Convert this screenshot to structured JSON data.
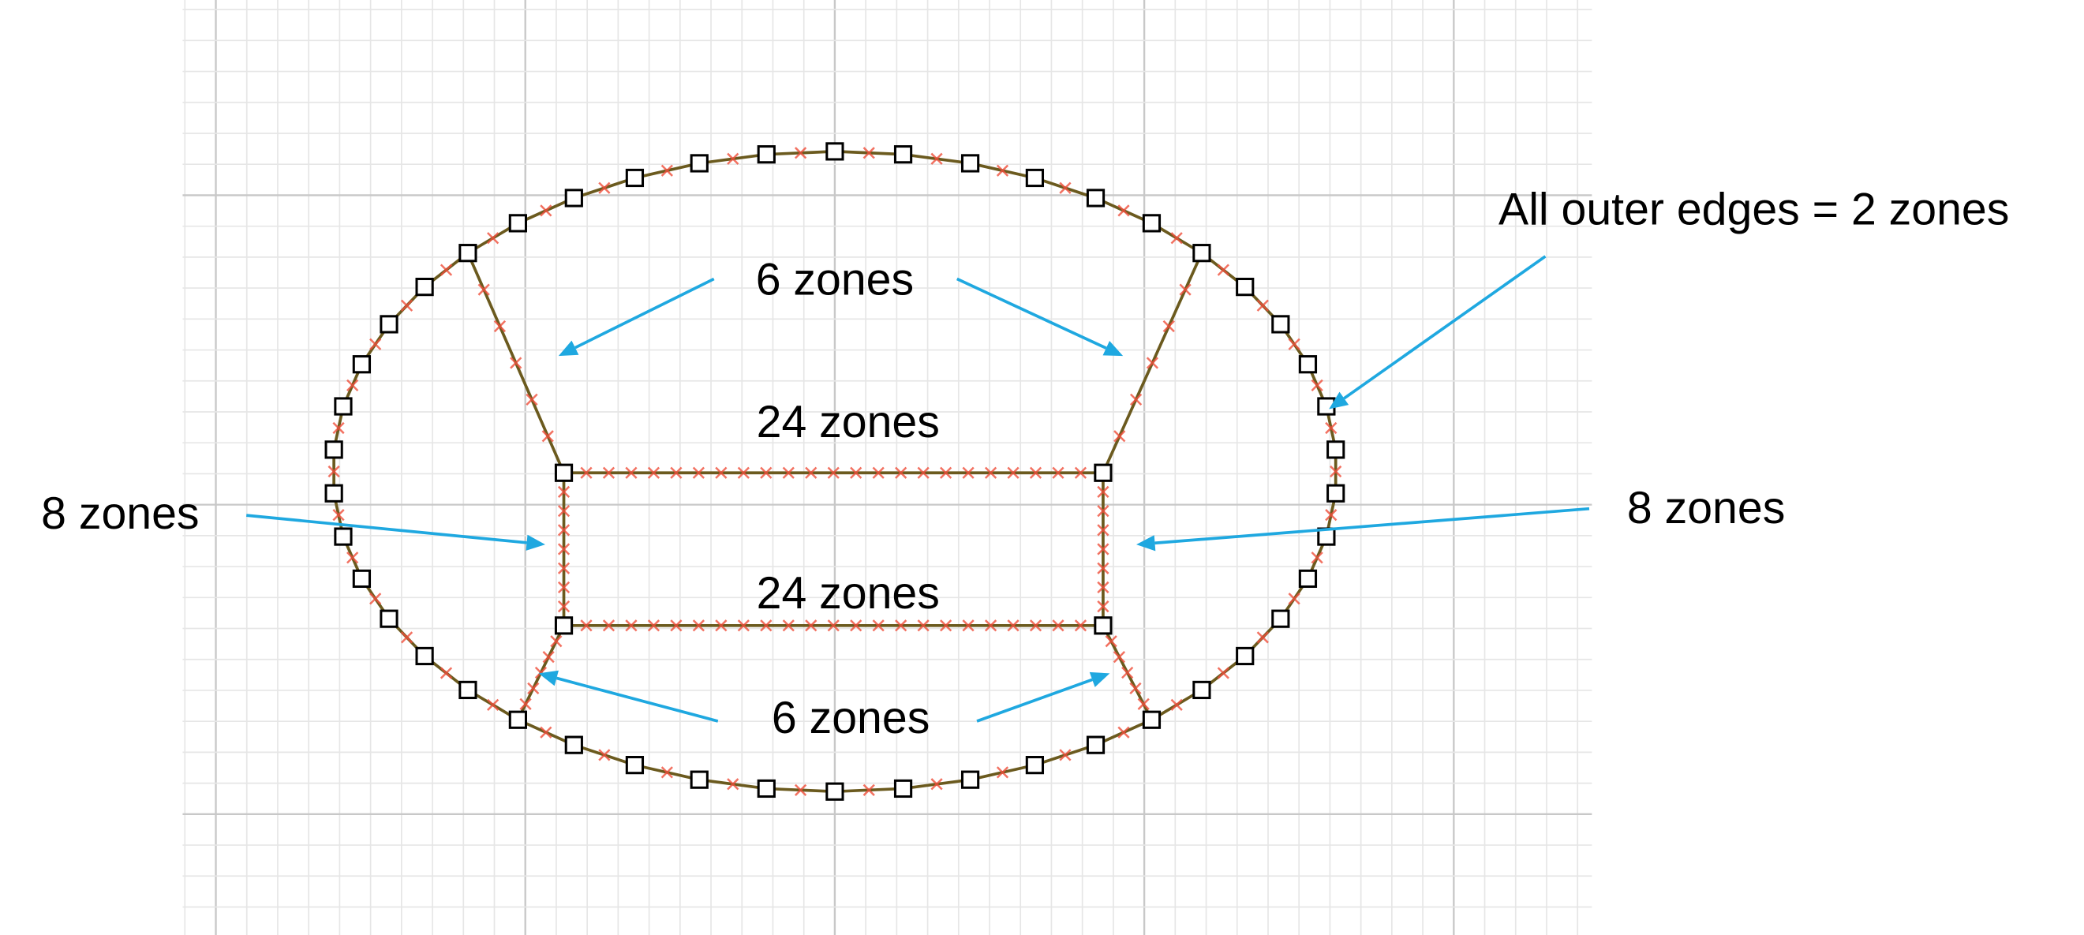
{
  "labels": {
    "top_diagonals": "6 zones",
    "top_horizontal": "24 zones",
    "bottom_horizontal": "24 zones",
    "bottom_diagonals": "6 zones",
    "left_vertical": "8 zones",
    "right_vertical": "8 zones",
    "outer_edges": "All outer edges = 2 zones"
  },
  "zones": {
    "horizontal": 24,
    "vertical": 8,
    "diagonal": 6,
    "outer_edge": 2
  },
  "colors": {
    "edge": "#6b5a1e",
    "zone_marker": "#f0503c",
    "arrow": "#1fa8e0",
    "grid_minor": "#e6e6e6",
    "grid_major": "#c8c8c8",
    "vertex": "#000000"
  }
}
